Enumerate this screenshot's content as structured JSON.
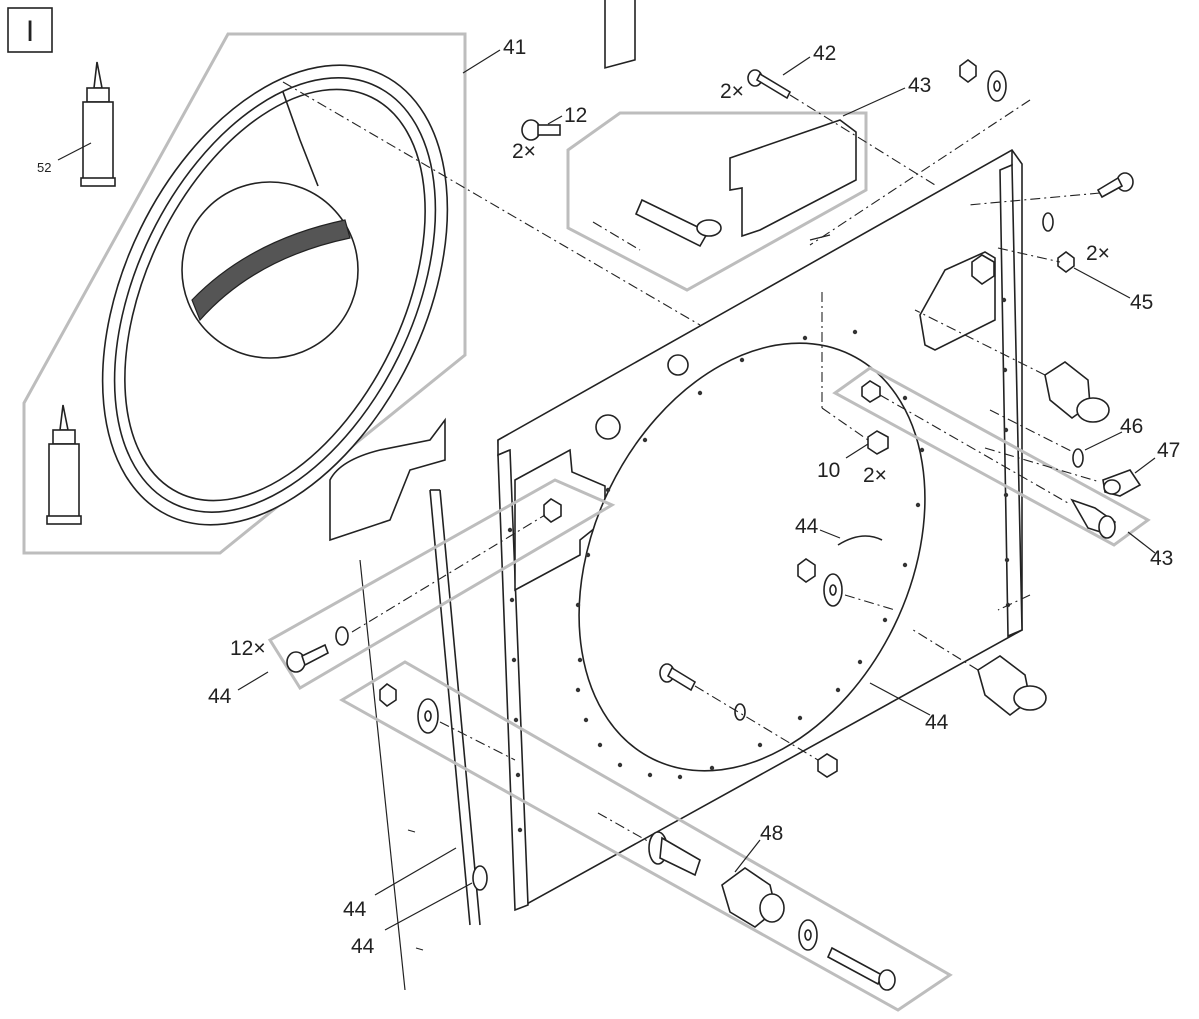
{
  "section_label": "I",
  "callouts": {
    "c41": "41",
    "c52": "52",
    "c42": "42",
    "c42_qty": "2×",
    "c43_top": "43",
    "c12": "12",
    "c12_qty": "2×",
    "c45_qty": "2×",
    "c45": "45",
    "c46": "46",
    "c47": "47",
    "c10": "10",
    "c10_qty": "2×",
    "c44_mid": "44",
    "c43_right": "43",
    "c12x": "12×",
    "c44_left": "44",
    "c44_right": "44",
    "c48": "48",
    "c44_bottom1": "44",
    "c44_bottom2": "44"
  },
  "colors": {
    "ink": "#222222",
    "group_frame": "#bdbdbd",
    "seal_fill": "#555555"
  }
}
